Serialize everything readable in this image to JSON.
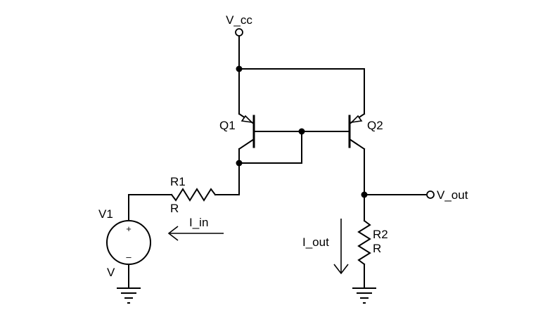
{
  "diagram": {
    "nets": {
      "vcc": "V_cc",
      "vout": "V_out"
    },
    "transistors": {
      "q1": {
        "name": "Q1"
      },
      "q2": {
        "name": "Q2"
      }
    },
    "resistors": {
      "r1": {
        "name": "R1",
        "value": "R"
      },
      "r2": {
        "name": "R2",
        "value": "R"
      }
    },
    "source": {
      "name": "V1",
      "value": "V",
      "plus": "+",
      "minus": "–"
    },
    "currents": {
      "in": "I_in",
      "out": "I_out"
    }
  }
}
